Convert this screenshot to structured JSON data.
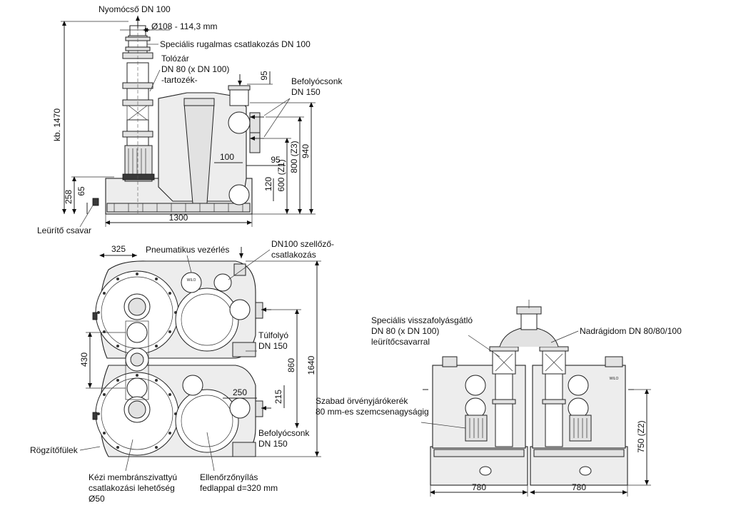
{
  "labels": {
    "pressure_nozzle": "Nyomócső DN 100",
    "pipe_diameter": "Ø108 - 114,3 mm",
    "special_coupling": "Speciális rugalmas csatlakozás DN 100",
    "gate_valve_1": "Tolózár",
    "gate_valve_2": "DN 80 (x DN 100)",
    "gate_valve_3": "-tartozék-",
    "inlet_top_1": "Befolyócsonk",
    "inlet_top_2": "DN 150",
    "drain_screw": "Leürítő csavar",
    "pneumatic_control": "Pneumatikus vezérlés",
    "vent_1": "DN100 szellőző-",
    "vent_2": "csatlakozás",
    "overflow_1": "Túlfolyó",
    "overflow_2": "DN 150",
    "impeller_1": "Szabad örvényjárókerék",
    "impeller_2": "80 mm-es szemcsenagyságig",
    "inlet_bottom_1": "Befolyócsonk",
    "inlet_bottom_2": "DN 150",
    "fixing_lugs": "Rögzítőfülek",
    "membrane_1": "Kézi membránszivattyú",
    "membrane_2": "csatlakozási lehetőség",
    "membrane_3": "Ø50",
    "inspection_1": "Ellenőrzőnyílás",
    "inspection_2": "fedlappal d=320 mm",
    "check_valve_1": "Speciális visszafolyásgátló",
    "check_valve_2": "DN 80 (x DN 100)",
    "check_valve_3": "leürítőcsavarral",
    "trouser_fitting": "Nadrágidom DN 80/80/100"
  },
  "dims": {
    "total_height": "kb. 1470",
    "d258": "258",
    "d65": "65",
    "d1300": "1300",
    "d95_top": "95",
    "d100": "100",
    "d95_mid": "95",
    "d120": "120",
    "d800": "800 (Z3)",
    "d600": "600 (Z1)",
    "d940": "940",
    "d325": "325",
    "d430": "430",
    "d860": "860",
    "d1640": "1640",
    "d250": "250",
    "d215": "215",
    "d780_left": "780",
    "d780_right": "780",
    "d750": "750 (Z2)"
  },
  "markings": {
    "control_box": "WILO",
    "brand_right": "WILO"
  }
}
